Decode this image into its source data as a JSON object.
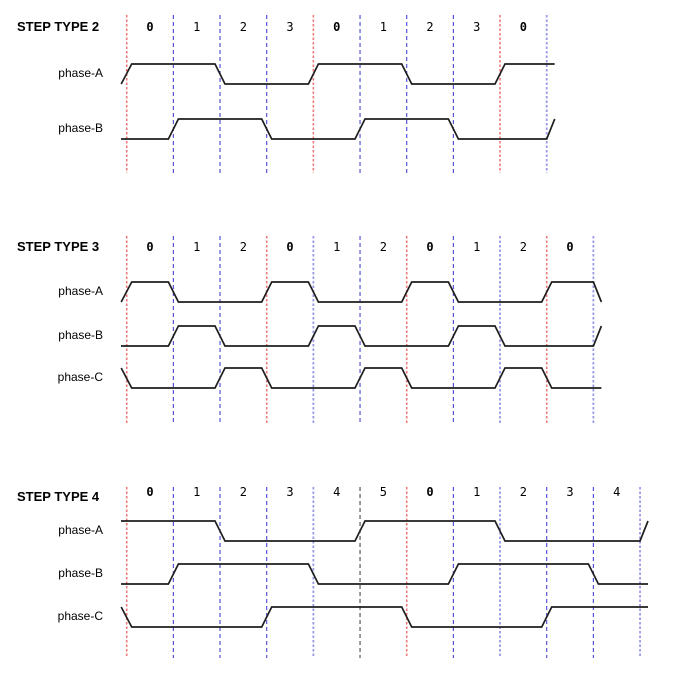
{
  "colors": {
    "waveform": "#1f1f1f",
    "red_gridline": "#ee7a7a",
    "blue_gridline": "#4646d2",
    "light_blue_gridline": "#9a9ae8",
    "black_gridline": "#474747",
    "text": "#000000"
  },
  "diagrams": [
    {
      "title": "STEP TYPE 2",
      "steps": [
        {
          "label": "0",
          "bold": true
        },
        {
          "label": "1",
          "bold": false
        },
        {
          "label": "2",
          "bold": false
        },
        {
          "label": "3",
          "bold": false
        },
        {
          "label": "0",
          "bold": true
        },
        {
          "label": "1",
          "bold": false
        },
        {
          "label": "2",
          "bold": false
        },
        {
          "label": "3",
          "bold": false
        },
        {
          "label": "0",
          "bold": true
        }
      ],
      "boundary_styles": [
        "red",
        "blue",
        "blue",
        "blue",
        "red",
        "blue",
        "blue",
        "blue",
        "red",
        "lblue"
      ],
      "phases": [
        {
          "label": "phase-A",
          "prev": 0,
          "states": [
            1,
            1,
            0,
            0,
            1,
            1,
            0,
            0,
            1
          ],
          "next": 1
        },
        {
          "label": "phase-B",
          "prev": 0,
          "states": [
            0,
            1,
            1,
            0,
            0,
            1,
            1,
            0,
            0
          ],
          "next": 1
        }
      ]
    },
    {
      "title": "STEP TYPE 3",
      "steps": [
        {
          "label": "0",
          "bold": true
        },
        {
          "label": "1",
          "bold": false
        },
        {
          "label": "2",
          "bold": false
        },
        {
          "label": "0",
          "bold": true
        },
        {
          "label": "1",
          "bold": false
        },
        {
          "label": "2",
          "bold": false
        },
        {
          "label": "0",
          "bold": true
        },
        {
          "label": "1",
          "bold": false
        },
        {
          "label": "2",
          "bold": false
        },
        {
          "label": "0",
          "bold": true
        }
      ],
      "boundary_styles": [
        "red",
        "blue",
        "blue",
        "red",
        "lblue",
        "blue",
        "red",
        "blue",
        "lblue",
        "red",
        "lblue"
      ],
      "phases": [
        {
          "label": "phase-A",
          "prev": 0,
          "states": [
            1,
            0,
            0,
            1,
            0,
            0,
            1,
            0,
            0,
            1
          ],
          "next": 0
        },
        {
          "label": "phase-B",
          "prev": 0,
          "states": [
            0,
            1,
            0,
            0,
            1,
            0,
            0,
            1,
            0,
            0
          ],
          "next": 1
        },
        {
          "label": "phase-C",
          "prev": 1,
          "states": [
            0,
            0,
            1,
            0,
            0,
            1,
            0,
            0,
            1,
            0
          ],
          "next": 0
        }
      ]
    },
    {
      "title": "STEP TYPE 4",
      "steps": [
        {
          "label": "0",
          "bold": true
        },
        {
          "label": "1",
          "bold": false
        },
        {
          "label": "2",
          "bold": false
        },
        {
          "label": "3",
          "bold": false
        },
        {
          "label": "4",
          "bold": false
        },
        {
          "label": "5",
          "bold": false
        },
        {
          "label": "0",
          "bold": true
        },
        {
          "label": "1",
          "bold": false
        },
        {
          "label": "2",
          "bold": false
        },
        {
          "label": "3",
          "bold": false
        },
        {
          "label": "4",
          "bold": false
        }
      ],
      "boundary_styles": [
        "red",
        "blue",
        "blue",
        "blue",
        "lblue",
        "black",
        "red",
        "blue",
        "lblue",
        "blue",
        "blue",
        "lblue"
      ],
      "phases": [
        {
          "label": "phase-A",
          "prev": 1,
          "states": [
            1,
            1,
            0,
            0,
            0,
            1,
            1,
            1,
            0,
            0,
            0
          ],
          "next": 1
        },
        {
          "label": "phase-B",
          "prev": 0,
          "states": [
            0,
            1,
            1,
            1,
            0,
            0,
            0,
            1,
            1,
            1,
            0
          ],
          "next": 0
        },
        {
          "label": "phase-C",
          "prev": 1,
          "states": [
            0,
            0,
            0,
            1,
            1,
            1,
            0,
            0,
            0,
            1,
            1
          ],
          "next": 1
        }
      ]
    }
  ]
}
